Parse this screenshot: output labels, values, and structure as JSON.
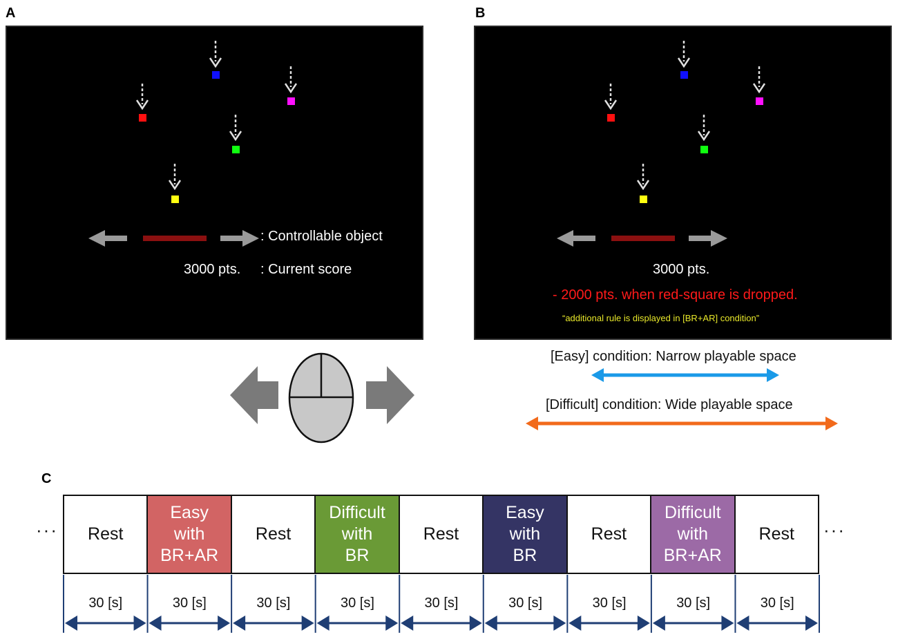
{
  "panel_a": {
    "label": "A",
    "controllable_label": ": Controllable object",
    "score_value": "3000 pts.",
    "score_label": ": Current score",
    "colors": {
      "screen": "#000000",
      "paddle": "#8b1010",
      "arrow": "#9a9a9a"
    },
    "squares": [
      "red",
      "blue",
      "magenta",
      "green",
      "yellow"
    ]
  },
  "panel_b": {
    "label": "B",
    "score_value": "3000 pts.",
    "penalty_text": "- 2000 pts. when red-square is dropped.",
    "rule_note": "“additional rule is displayed in [BR+AR] condition”",
    "colors": {
      "penalty": "#ff1a1a",
      "rule_note": "#e8e82a"
    }
  },
  "mouse": {
    "icon": "mouse-icon",
    "left_arrow": "arrow-left-icon",
    "right_arrow": "arrow-right-icon",
    "fill": "#c8c8c8"
  },
  "legend": {
    "easy_text": "[Easy] condition: Narrow playable space",
    "easy_color": "#1a9ae8",
    "difficult_text": "[Difficult] condition: Wide playable space",
    "difficult_color": "#f26a1b"
  },
  "panel_c": {
    "label": "C",
    "ellipsis": "···",
    "blocks": [
      {
        "text": "Rest",
        "color": "#ffffff"
      },
      {
        "text": "Easy\nwith\nBR+AR",
        "color": "#d26464"
      },
      {
        "text": "Rest",
        "color": "#ffffff"
      },
      {
        "text": "Difficult\nwith\nBR",
        "color": "#6a9a36"
      },
      {
        "text": "Rest",
        "color": "#ffffff"
      },
      {
        "text": "Easy\nwith\nBR",
        "color": "#343464"
      },
      {
        "text": "Rest",
        "color": "#ffffff"
      },
      {
        "text": "Difficult\nwith\nBR+AR",
        "color": "#9c6aa6"
      },
      {
        "text": "Rest",
        "color": "#ffffff"
      }
    ],
    "durations": [
      "30 [s]",
      "30 [s]",
      "30 [s]",
      "30 [s]",
      "30 [s]",
      "30 [s]",
      "30 [s]",
      "30 [s]",
      "30 [s]"
    ],
    "arrow_color": "#1f3e74"
  }
}
